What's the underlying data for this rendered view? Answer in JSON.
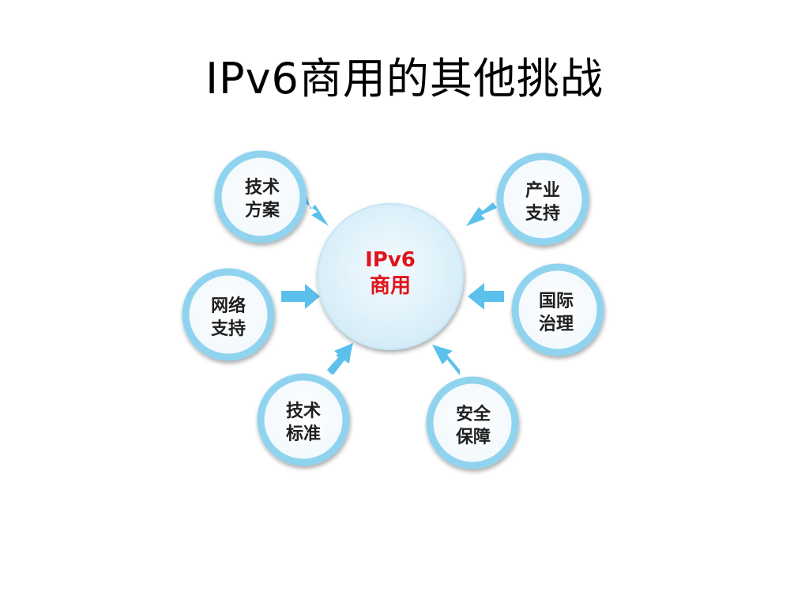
{
  "slide": {
    "title": "IPv6商用的其他挑战"
  },
  "diagram": {
    "center": {
      "line1": "IPv6",
      "line2": "商用"
    },
    "nodes": [
      {
        "id": "tech-solution",
        "line1": "技术",
        "line2": "方案"
      },
      {
        "id": "industry-support",
        "line1": "产业",
        "line2": "支持"
      },
      {
        "id": "network-support",
        "line1": "网络",
        "line2": "支持"
      },
      {
        "id": "intl-governance",
        "line1": "国际",
        "line2": "治理"
      },
      {
        "id": "tech-standard",
        "line1": "技术",
        "line2": "标准"
      },
      {
        "id": "security",
        "line1": "安全",
        "line2": "保障"
      }
    ],
    "colors": {
      "ring": "#8fd3ef",
      "center_fill": "#dff1fb",
      "arrow": "#5bc0eb",
      "center_text": "#e0141c",
      "node_text": "#1f1f1f"
    }
  }
}
